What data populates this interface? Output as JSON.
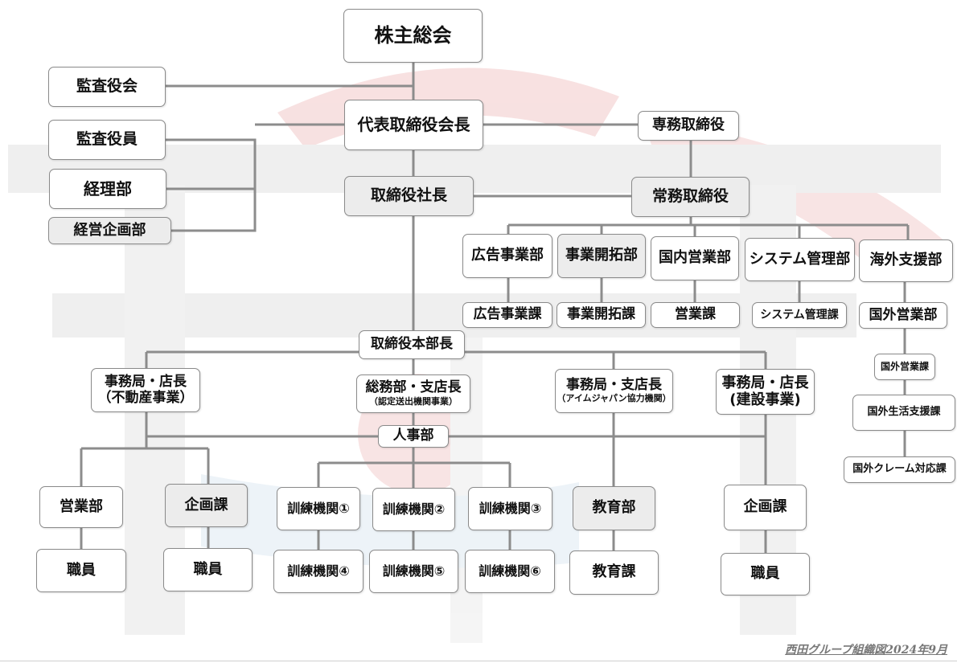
{
  "chart": {
    "top": "株主総会",
    "audit_board": "監査役会",
    "auditor": "監査役員",
    "accounting": "経理部",
    "mgmt_planning": "経営企画部",
    "chairman": "代表取締役会長",
    "senior_md": "専務取締役",
    "president": "取締役社長",
    "managing_dir": "常務取締役",
    "dept_ad": "広告事業部",
    "dept_dev": "事業開拓部",
    "dept_domestic": "国内営業部",
    "dept_system": "システム管理部",
    "dept_overseas": "海外支援部",
    "sec_ad": "広告事業課",
    "sec_dev": "事業開拓課",
    "sec_sales": "営業課",
    "sec_system": "システム管理課",
    "overseas_sales_dept": "国外営業部",
    "overseas_sales_sec": "国外営業課",
    "overseas_life": "国外生活支援課",
    "overseas_claim": "国外クレーム対応課",
    "gm": "取締役本部長",
    "office_re_line1": "事務局・店長",
    "office_re_line2": "（不動産事業）",
    "general_affairs_line1": "総務部・支店長",
    "general_affairs_line2": "（認定送出機関事業）",
    "office_aim_line1": "事務局・支店長",
    "office_aim_line2": "（アイムジャパン協力機関）",
    "office_con_line1": "事務局・店長",
    "office_con_line2": "(建設事業)",
    "hr": "人事部",
    "sales_dept": "営業部",
    "planning_sec_left": "企画課",
    "staff_1": "職員",
    "staff_2": "職員",
    "training_1": "訓練機関①",
    "training_2": "訓練機関②",
    "training_3": "訓練機関③",
    "training_4": "訓練機関④",
    "training_5": "訓練機関⑤",
    "training_6": "訓練機関⑥",
    "education_dept": "教育部",
    "education_sec": "教育課",
    "planning_sec_right": "企画課",
    "staff_3": "職員"
  },
  "footer": {
    "note": "西田グループ組織図2024年9月"
  },
  "colors": {
    "line": "#8c8c8c",
    "watermark_red": "#f2c9c9",
    "watermark_gray": "#e6e6e6",
    "watermark_blue": "#dfeaf2"
  }
}
